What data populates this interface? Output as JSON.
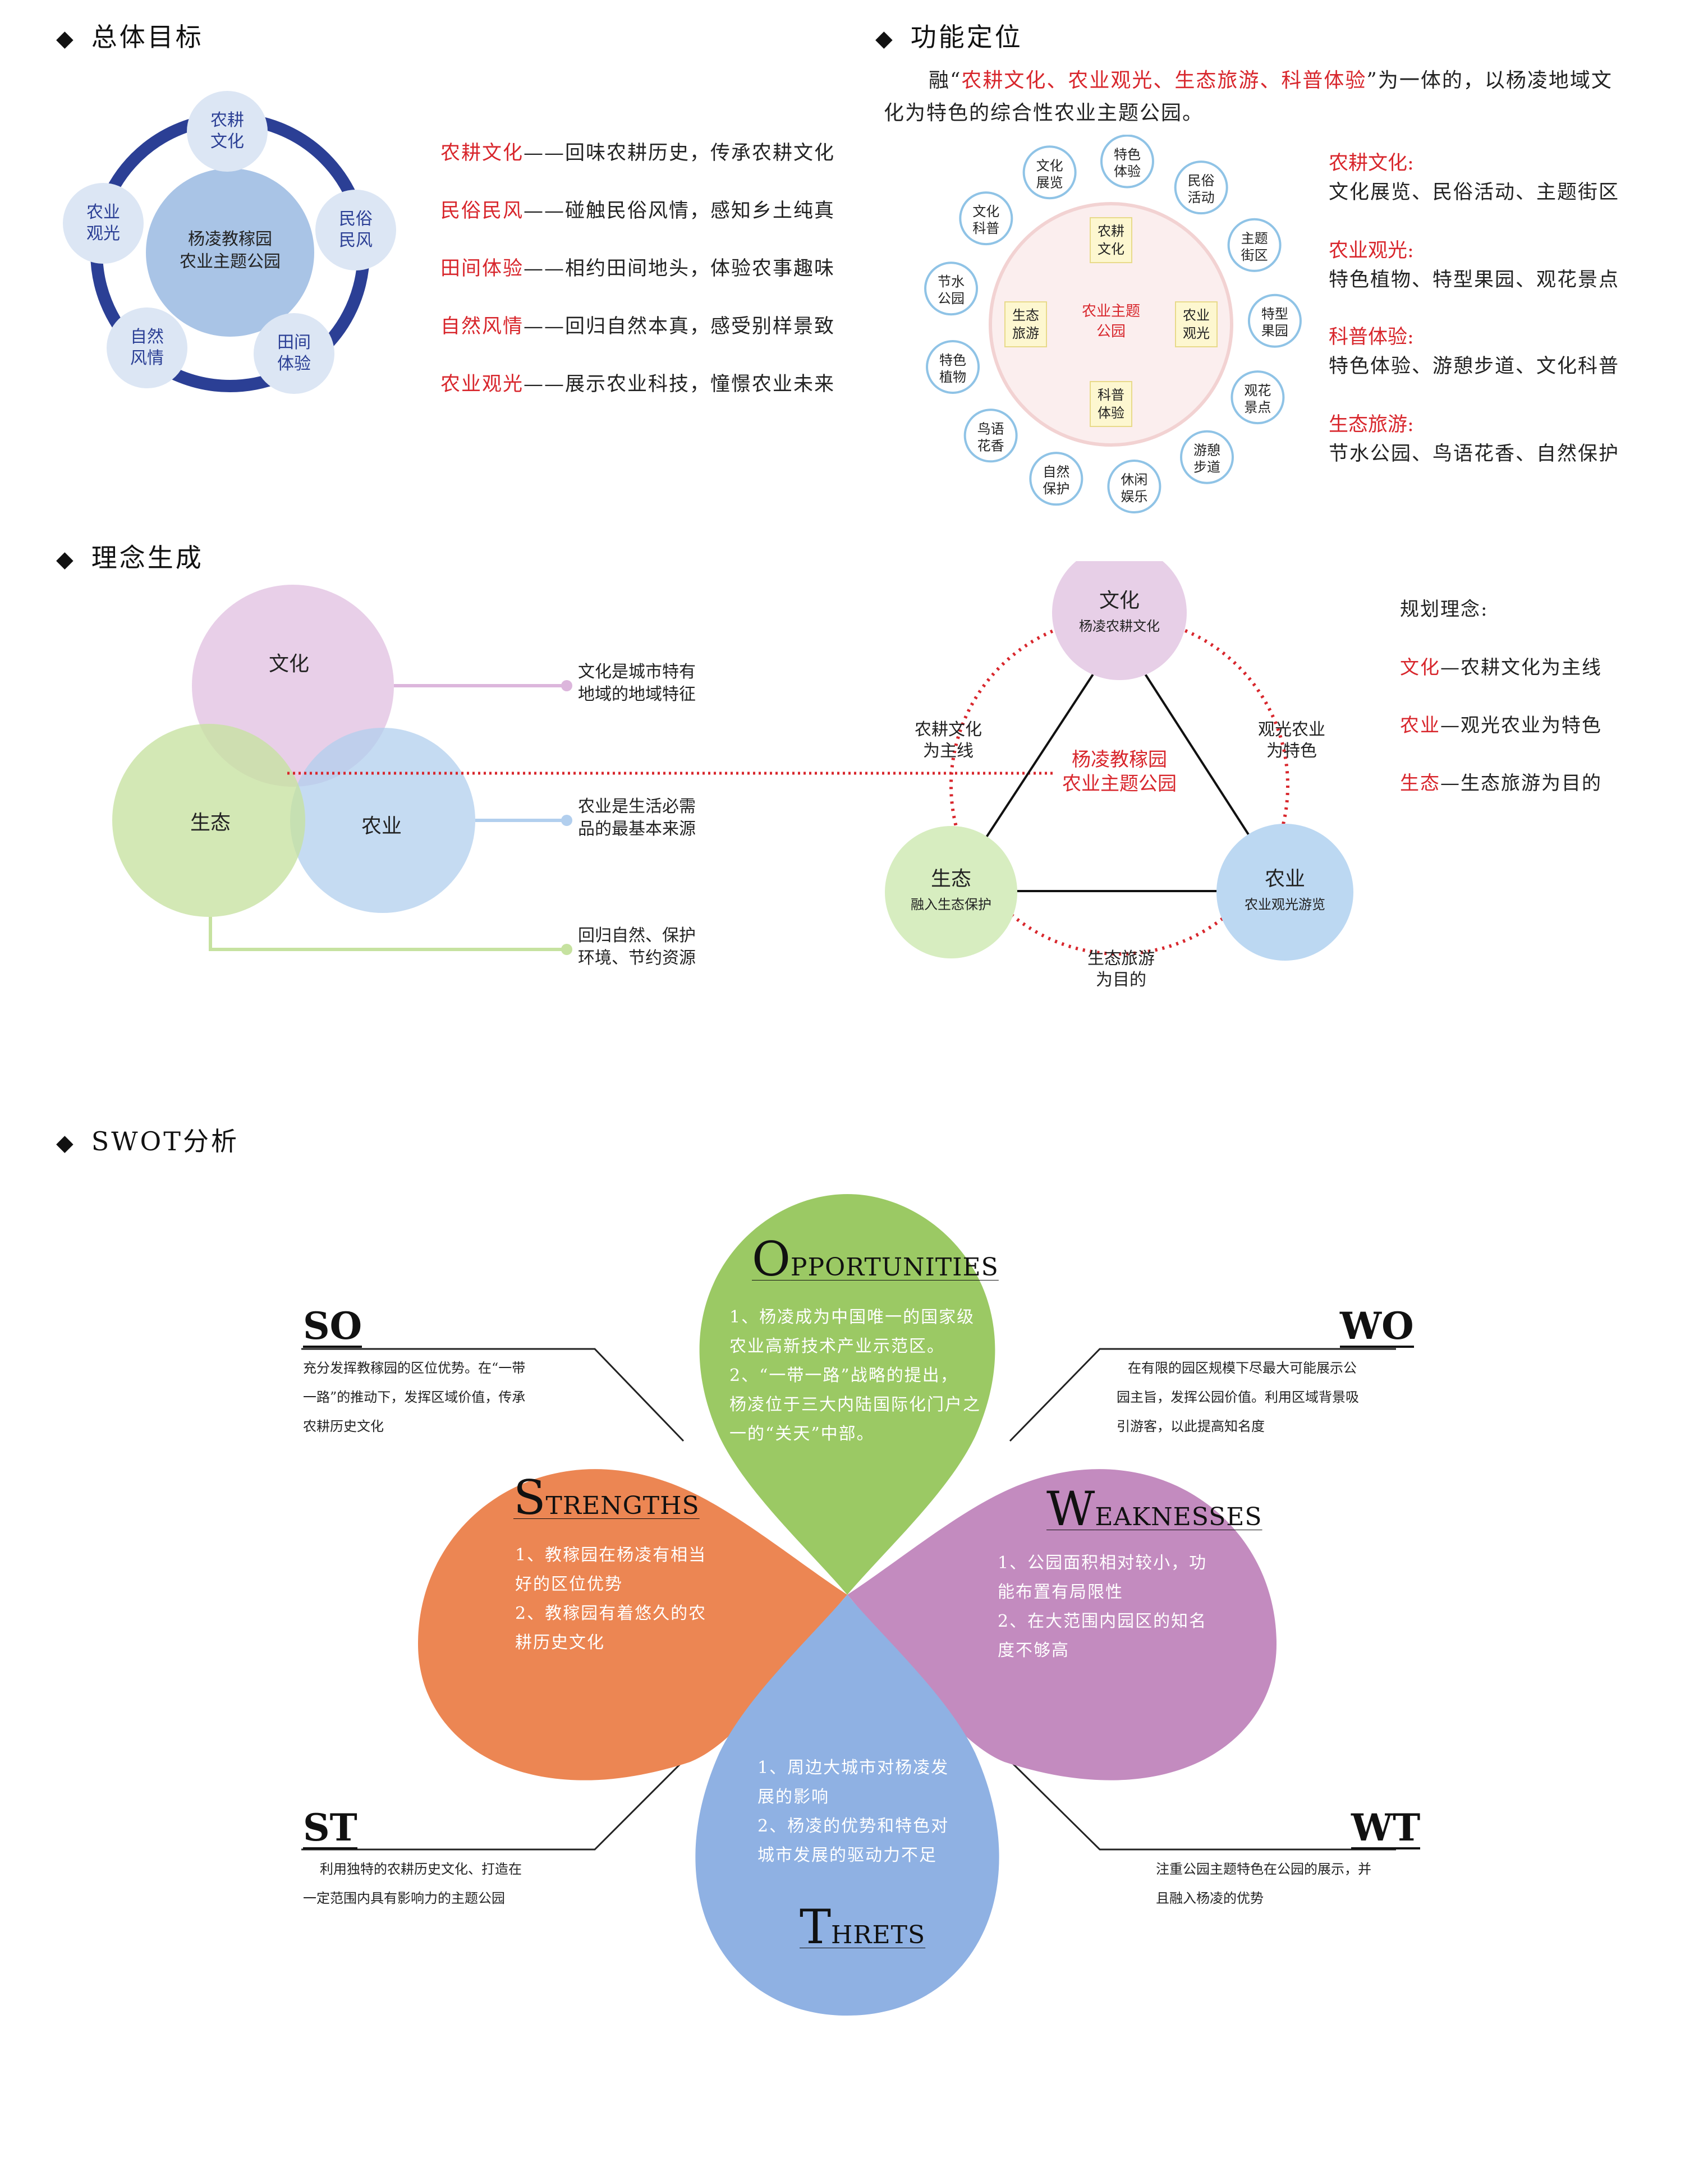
{
  "sections": {
    "goals": "总体目标",
    "function": "功能定位",
    "concept": "理念生成",
    "swot": "SWOT分析"
  },
  "goals": {
    "center": [
      "杨凌教稼园",
      "农业主题公园"
    ],
    "nodes": [
      [
        "农耕",
        "文化"
      ],
      [
        "民俗",
        "民风"
      ],
      [
        "田间",
        "体验"
      ],
      [
        "自然",
        "风情"
      ],
      [
        "农业",
        "观光"
      ]
    ],
    "lines": [
      {
        "key": "农耕文化",
        "text": "——回味农耕历史，传承农耕文化"
      },
      {
        "key": "民俗民风",
        "text": "——碰触民俗风情，感知乡土纯真"
      },
      {
        "key": "田间体验",
        "text": "——相约田间地头，体验农事趣味"
      },
      {
        "key": "自然风情",
        "text": "——回归自然本真，感受别样景致"
      },
      {
        "key": "农业观光",
        "text": "——展示农业科技，憧憬农业未来"
      }
    ]
  },
  "function": {
    "intro_pre": "融“",
    "intro_red": "农耕文化、农业观光、生态旅游、科普体验",
    "intro_post": "”为一体的，以杨凌地域文化为特色的综合性农业主题公园。",
    "center": [
      "农业主题",
      "公园"
    ],
    "inner": [
      [
        "农耕",
        "文化"
      ],
      [
        "农业",
        "观光"
      ],
      [
        "科普",
        "体验"
      ],
      [
        "生态",
        "旅游"
      ]
    ],
    "ring": [
      [
        "文化",
        "展览"
      ],
      [
        "特色",
        "体验"
      ],
      [
        "民俗",
        "活动"
      ],
      [
        "主题",
        "街区"
      ],
      [
        "特型",
        "果园"
      ],
      [
        "观花",
        "景点"
      ],
      [
        "游憩",
        "步道"
      ],
      [
        "休闲",
        "娱乐"
      ],
      [
        "自然",
        "保护"
      ],
      [
        "鸟语",
        "花香"
      ],
      [
        "特色",
        "植物"
      ],
      [
        "节水",
        "公园"
      ],
      [
        "文化",
        "科普"
      ]
    ],
    "categories": [
      {
        "title": "农耕文化:",
        "items": "文化展览、民俗活动、主题街区"
      },
      {
        "title": "农业观光:",
        "items": "特色植物、特型果园、观花景点"
      },
      {
        "title": "科普体验:",
        "items": "特色体验、游憩步道、文化科普"
      },
      {
        "title": "生态旅游:",
        "items": "节水公园、鸟语花香、自然保护"
      }
    ]
  },
  "concept": {
    "venn": {
      "culture": "文化",
      "ecology": "生态",
      "agriculture": "农业"
    },
    "notes": [
      [
        "文化是城市特有",
        "地域的地域特征"
      ],
      [
        "农业是生活必需",
        "品的最基本来源"
      ],
      [
        "回归自然、保护",
        "环境、节约资源"
      ]
    ],
    "triangle": {
      "center": [
        "杨凌教稼园",
        "农业主题公园"
      ],
      "top": {
        "title": "文化",
        "sub": "杨凌农耕文化"
      },
      "left": {
        "title": "生态",
        "sub": "融入生态保护"
      },
      "right": {
        "title": "农业",
        "sub": "农业观光游览"
      },
      "edge_left": [
        "农耕文化",
        "为主线"
      ],
      "edge_right": [
        "观光农业",
        "为特色"
      ],
      "edge_bottom": [
        "生态旅游",
        "为目的"
      ]
    },
    "plan_title": "规划理念:",
    "plan_lines": [
      {
        "key": "文化",
        "text": "—农耕文化为主线"
      },
      {
        "key": "农业",
        "text": "—观光农业为特色"
      },
      {
        "key": "生态",
        "text": "—生态旅游为目的"
      }
    ]
  },
  "swot": {
    "colors": {
      "opportunities": "#9bc964",
      "strengths": "#ec8653",
      "weaknesses": "#c38bbf",
      "threats": "#8fb1e3"
    },
    "opportunities": {
      "first": "O",
      "rest": "PPORTUNITIES",
      "lines": [
        "1、杨凌成为中国唯一的国家级",
        "农业高新技术产业示范区。",
        "2、“一带一路”战略的提出，",
        "杨凌位于三大内陆国际化门户之",
        "一的“关天”中部。"
      ]
    },
    "strengths": {
      "first": "S",
      "rest": "TRENGTHS",
      "lines": [
        "1、教稼园在杨凌有相当",
        "好的区位优势",
        "2、教稼园有着悠久的农",
        "耕历史文化"
      ]
    },
    "weaknesses": {
      "first": "W",
      "rest": "EAKNESSES",
      "lines": [
        "1、公园面积相对较小，功",
        "能布置有局限性",
        "2、在大范围内园区的知名",
        "度不够高"
      ]
    },
    "threats": {
      "first": "T",
      "rest": "HRETS",
      "lines": [
        "1、周边大城市对杨凌发",
        "展的影响",
        "2、杨凌的优势和特色对",
        "城市发展的驱动力不足"
      ]
    },
    "so": {
      "label": "SO",
      "lines": [
        "充分发挥教稼园的区位优势。在“一带",
        "一路”的推动下，发挥区域价值，传承",
        "农耕历史文化"
      ]
    },
    "wo": {
      "label": "WO",
      "lines": [
        "在有限的园区规模下尽最大可能展示公",
        "园主旨，发挥公园价值。利用区域背景吸",
        "引游客，以此提高知名度"
      ]
    },
    "st": {
      "label": "ST",
      "lines": [
        "利用独特的农耕历史文化、打造在",
        "一定范围内具有影响力的主题公园"
      ]
    },
    "wt": {
      "label": "WT",
      "lines": [
        "注重公园主题特色在公园的展示，并",
        "且融入杨凌的优势"
      ]
    }
  }
}
